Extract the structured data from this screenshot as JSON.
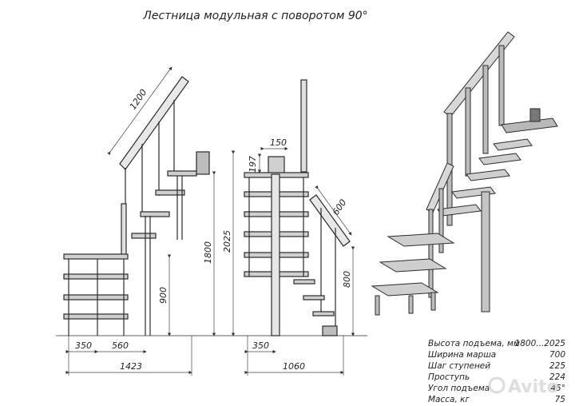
{
  "title": "Лестница модульная с поворотом 90°",
  "side_view": {
    "dim_rail_length": "1200",
    "dim_bottom_left": "350",
    "dim_bottom_mid": "560",
    "dim_total_width": "1423",
    "dim_height_900": "900",
    "dim_height_1800": "1800",
    "dim_height_2025": "2025"
  },
  "front_view": {
    "dim_step_150": "150",
    "dim_step_197": "197",
    "dim_rail_600": "600",
    "dim_height_800": "800",
    "dim_bottom_350": "350",
    "dim_total_1060": "1060"
  },
  "specs": [
    {
      "label": "Высота подъема, мм",
      "value": "1800...2025"
    },
    {
      "label": "Ширина марша",
      "value": "700"
    },
    {
      "label": "Шаг ступеней",
      "value": "225"
    },
    {
      "label": "Проступь",
      "value": "224"
    },
    {
      "label": "Угол подъема",
      "value": "45°"
    },
    {
      "label": "Масса, кг",
      "value": "75"
    }
  ],
  "watermark": "Avito",
  "colors": {
    "line": "#2a2a2a",
    "fill_step": "#cfcfcf",
    "fill_dark": "#9a9a9a"
  }
}
